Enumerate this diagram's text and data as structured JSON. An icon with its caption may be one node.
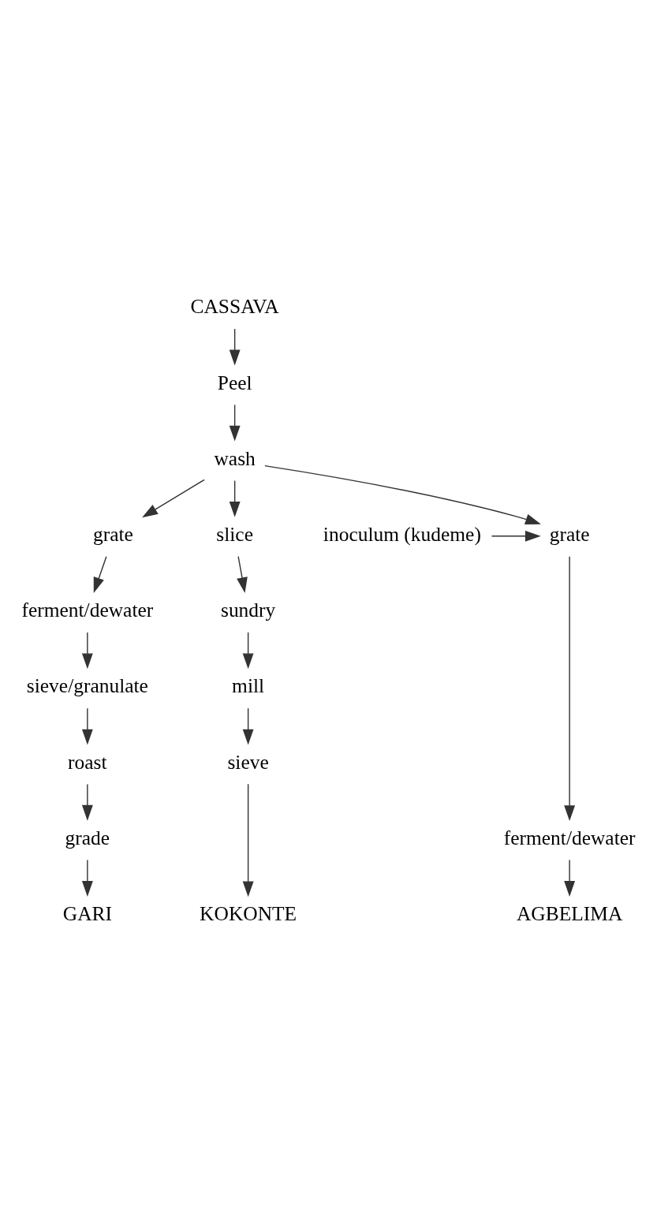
{
  "diagram": {
    "nodes": [
      {
        "text": [
          "CASSAVA"
        ]
      },
      {
        "text": [
          "Peel"
        ]
      },
      {
        "text": [
          "wash"
        ]
      },
      {
        "text": [
          "grate"
        ]
      },
      {
        "text": [
          "slice"
        ]
      },
      {
        "text": [
          "grate"
        ]
      },
      {
        "text": [
          "inoculum (kudeme)"
        ]
      },
      {
        "text": [
          "ferment/dewater"
        ]
      },
      {
        "text": [
          "sundry"
        ]
      },
      {
        "text": [
          "sieve/granulate"
        ]
      },
      {
        "text": [
          "ferment/dewater"
        ]
      },
      {
        "text": [
          "mill"
        ]
      },
      {
        "text": [
          "roast"
        ]
      },
      {
        "text": [
          "sieve"
        ]
      },
      {
        "text": [
          "grade"
        ]
      },
      {
        "text": [
          "GARI"
        ]
      },
      {
        "text": [
          "KOKONTE"
        ]
      },
      {
        "text": [
          "AGBELIMA"
        ]
      }
    ],
    "edges": [
      {
        "from": 0,
        "to": 1,
        "arrow": "to"
      },
      {
        "from": 1,
        "to": 2,
        "arrow": "to"
      },
      {
        "from": 2,
        "to": 3,
        "arrow": "to"
      },
      {
        "from": 2,
        "to": 4,
        "arrow": "to"
      },
      {
        "from": 2,
        "to": 5,
        "arrow": "to"
      },
      {
        "from": 6,
        "to": 5,
        "arrow": "to"
      },
      {
        "from": 3,
        "to": 7,
        "arrow": "to"
      },
      {
        "from": 7,
        "to": 9,
        "arrow": "to"
      },
      {
        "from": 9,
        "to": 12,
        "arrow": "to"
      },
      {
        "from": 12,
        "to": 14,
        "arrow": "to"
      },
      {
        "from": 14,
        "to": 15,
        "arrow": "to"
      },
      {
        "from": 4,
        "to": 8,
        "arrow": "to"
      },
      {
        "from": 8,
        "to": 11,
        "arrow": "to"
      },
      {
        "from": 11,
        "to": 13,
        "arrow": "to"
      },
      {
        "from": 13,
        "to": 16,
        "arrow": "to"
      },
      {
        "from": 5,
        "to": 10,
        "arrow": "to"
      },
      {
        "from": 10,
        "to": 17,
        "arrow": "to"
      }
    ]
  }
}
